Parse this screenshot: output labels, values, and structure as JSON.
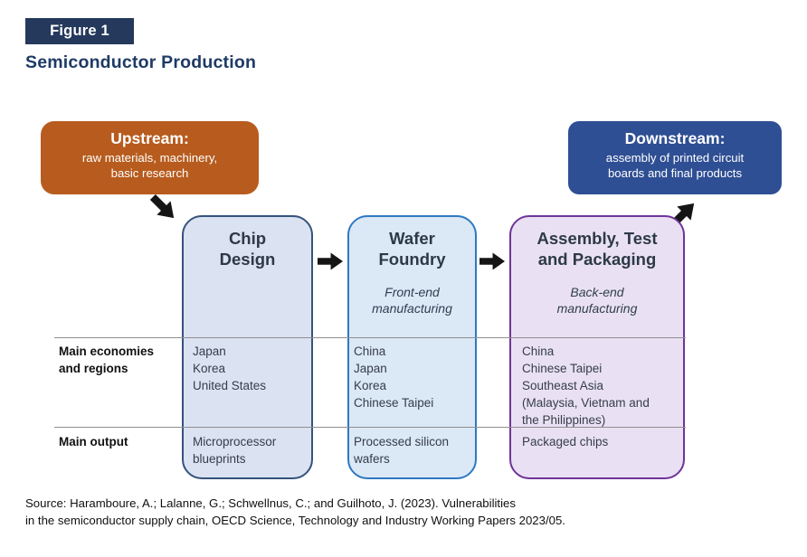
{
  "figure_label": "Figure 1",
  "title": "Semiconductor Production",
  "upstream": {
    "title": "Upstream:",
    "body": "raw materials, machinery,\nbasic research"
  },
  "downstream": {
    "title": "Downstream:",
    "body": "assembly of printed circuit\nboards and final products"
  },
  "stages": [
    {
      "title": "Chip\nDesign",
      "subtitle": "",
      "economies": "Japan\nKorea\nUnited States",
      "output": "Microprocessor\nblueprints",
      "fill_color": "#dbe2f2",
      "border_color": "#35537c"
    },
    {
      "title": "Wafer\nFoundry",
      "subtitle": "Front-end\nmanufacturing",
      "economies": "China\nJapan\nKorea\nChinese Taipei",
      "output": "Processed silicon\nwafers",
      "fill_color": "#dbe8f6",
      "border_color": "#2e79c2"
    },
    {
      "title": "Assembly, Test\nand Packaging",
      "subtitle": "Back-end\nmanufacturing",
      "economies": "China\nChinese Taipei\nSoutheast Asia\n(Malaysia, Vietnam and\nthe Philippines)",
      "output": "Packaged chips",
      "fill_color": "#e9e1f3",
      "border_color": "#6f3499"
    }
  ],
  "row_labels": {
    "economies": "Main economies\nand regions",
    "output": "Main output"
  },
  "source": "Source: Haramboure, A.; Lalanne, G.; Schwellnus, C.; and Guilhoto, J. (2023). Vulnerabilities\nin the semiconductor supply chain, OECD Science, Technology and Industry Working Papers 2023/05.",
  "colors": {
    "badge_bg": "#24395c",
    "title_text": "#1e3a66",
    "upstream_bg": "#b75c1e",
    "downstream_bg": "#2f4f94",
    "arrow": "#151515",
    "row_line": "#8f8f8f"
  }
}
